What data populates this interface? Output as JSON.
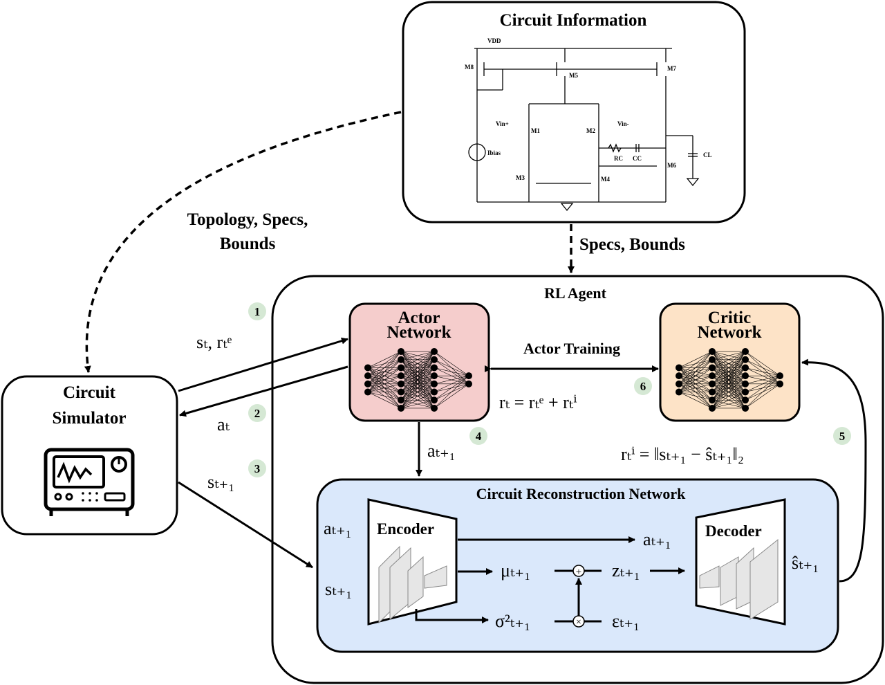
{
  "circuit_info": {
    "title": "Circuit Information",
    "labels": {
      "vdd": "VDD",
      "m8": "M8",
      "m5": "M5",
      "m7": "M7",
      "m1": "M1",
      "m2": "M2",
      "vinp": "Vin+",
      "vinm": "Vin-",
      "ibias": "Ibias",
      "rc": "RC",
      "cc": "CC",
      "cl": "CL",
      "m6": "M6",
      "m3": "M3",
      "m4": "M4"
    }
  },
  "edges": {
    "topology_specs_bounds": [
      "Topology, Specs,",
      "Bounds"
    ],
    "specs_bounds": "Specs, Bounds",
    "state_reward": "sₜ, rₜᵉ",
    "action": "aₜ",
    "next_state": "sₜ₊₁",
    "next_action": "aₜ₊₁",
    "actor_training": "Actor Training",
    "reward_total": "rₜ = rₜᵉ + rₜⁱ",
    "intrinsic_reward": "rₜⁱ = ‖sₜ₊₁ − ŝₜ₊₁‖₂"
  },
  "steps": [
    "1",
    "2",
    "3",
    "4",
    "5",
    "6"
  ],
  "simulator": {
    "title": [
      "Circuit",
      "Simulator"
    ]
  },
  "agent": {
    "title": "RL Agent",
    "actor": [
      "Actor",
      "Network"
    ],
    "critic": [
      "Critic",
      "Network"
    ]
  },
  "reconstruction": {
    "title": "Circuit Reconstruction Network",
    "encoder": "Encoder",
    "decoder": "Decoder",
    "in_a": "aₜ₊₁",
    "in_s": "sₜ₊₁",
    "out_a": "aₜ₊₁",
    "mu": "μₜ₊₁",
    "sigma": "σ²ₜ₊₁",
    "z": "zₜ₊₁",
    "eps": "εₜ₊₁",
    "s_hat": "ŝₜ₊₁",
    "plus": "+",
    "times": "×"
  },
  "colors": {
    "actor": "#f5cdcc",
    "critic": "#fde3c7",
    "reconstruction": "#dae8fb",
    "step_badge": "#d5e8d4"
  }
}
